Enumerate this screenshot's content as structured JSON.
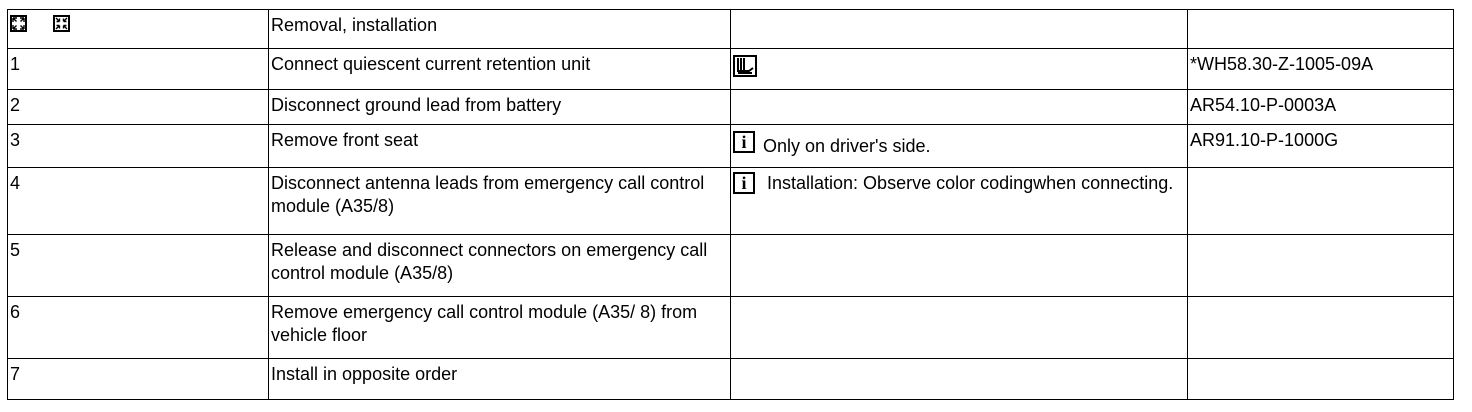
{
  "header": {
    "icons": [
      "expand-icon",
      "collapse-icon"
    ],
    "title": "Removal, installation"
  },
  "steps": [
    {
      "num": "1",
      "desc": "Connect quiescent current retention unit",
      "note_icon": "tool-icon",
      "note": "",
      "ref": "*WH58.30-Z-1005-09A"
    },
    {
      "num": "2",
      "desc": "Disconnect ground lead from battery",
      "note": "",
      "ref": "AR54.10-P-0003A"
    },
    {
      "num": "3",
      "desc": "Remove front seat",
      "note_icon": "info-icon",
      "note": "Only on driver's side.",
      "ref": "AR91.10-P-1000G"
    },
    {
      "num": "4",
      "desc": "Disconnect antenna leads from emergency call control module (A35/8)",
      "note_icon": "info-icon",
      "note": "Installation:  Observe color codingwhen connecting.",
      "ref": ""
    },
    {
      "num": "5",
      "desc": "Release and disconnect connectors on emergency call control module (A35/8)",
      "note": "",
      "ref": ""
    },
    {
      "num": "6",
      "desc": "Remove emergency call control module (A35/ 8) from vehicle floor",
      "note": "",
      "ref": ""
    },
    {
      "num": "7",
      "desc": "Install in opposite order",
      "note": "",
      "ref": ""
    }
  ],
  "icon_glyphs": {
    "info": "i"
  }
}
